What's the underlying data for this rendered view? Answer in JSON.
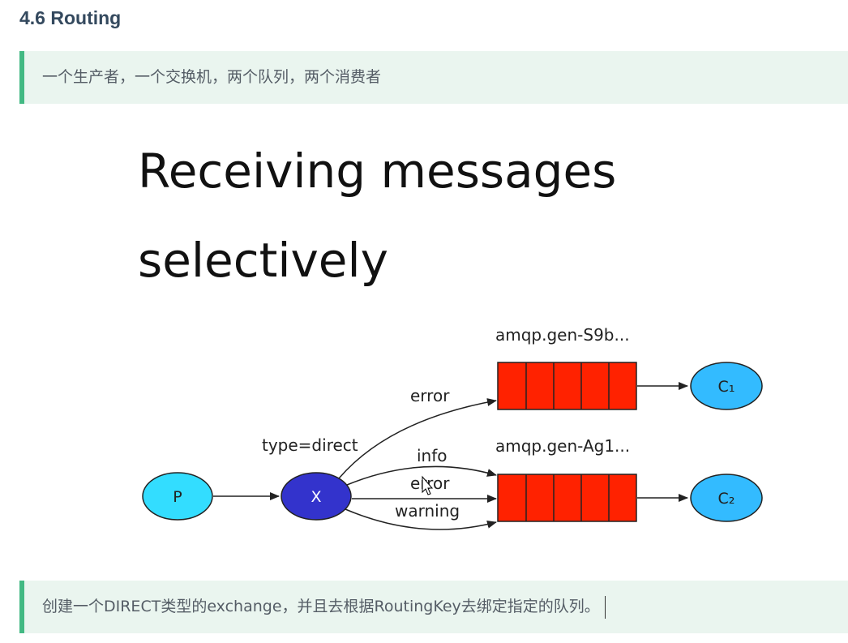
{
  "heading": "4.6 Routing",
  "intro_quote": "一个生产者，一个交换机，两个队列，两个消费者",
  "diagram": {
    "title_line1": "Receiving messages",
    "title_line2": "selectively",
    "producer": "P",
    "exchange": "X",
    "exchange_type": "type=direct",
    "queue1_name": "amqp.gen-S9b...",
    "queue2_name": "amqp.gen-Ag1...",
    "consumer1": "C₁",
    "consumer2": "C₂",
    "binding_error_q1": "error",
    "binding_info": "info",
    "binding_error_q2": "error",
    "binding_warning": "warning",
    "colors": {
      "producer": "#33ddff",
      "exchange": "#3333cc",
      "queue": "#ff2200",
      "consumer": "#33bbff"
    }
  },
  "bottom_quote": "创建一个DIRECT类型的exchange，并且去根据RoutingKey去绑定指定的队列。"
}
